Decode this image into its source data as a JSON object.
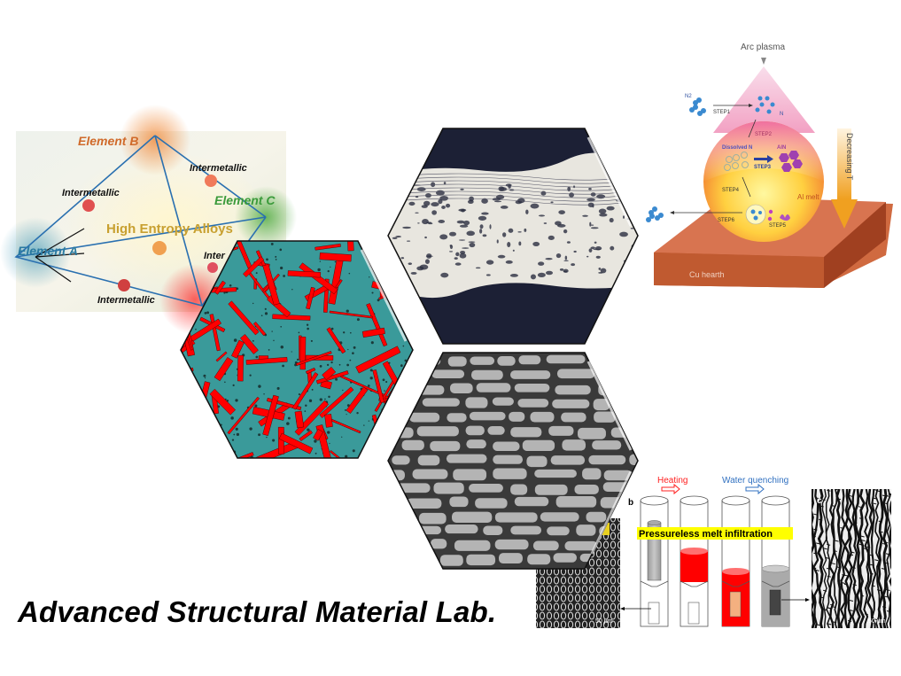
{
  "slide": {
    "title": "Advanced Structural Material Lab."
  },
  "hea_diagram": {
    "element_a": "Element A",
    "element_b": "Element B",
    "element_c": "Element C",
    "center_label": "High Entropy Alloys",
    "intermetallic_1": "Intermetallic",
    "intermetallic_2": "Intermetallic",
    "intermetallic_3": "Inter",
    "intermetallic_4": "Intermetallic"
  },
  "arc_diagram": {
    "title": "Arc plasma",
    "n2": "N2",
    "n": "N",
    "step1": "STEP1",
    "step2": "STEP2",
    "step3": "STEP3",
    "step4": "STEP4",
    "step5": "STEP5",
    "step6": "STEP6",
    "dissolved": "Dissolved N",
    "aln": "AlN",
    "melt": "Al melt",
    "decreasing": "Decreasing T",
    "hearth": "Cu hearth"
  },
  "infiltration_diagram": {
    "heating": "Heating",
    "quenching": "Water quenching",
    "panel_b": "b",
    "panel_c": "c",
    "highlight": "Pressureless melt infiltration",
    "scale_a": "50 μm",
    "scale_c": "50 μm"
  },
  "colors": {
    "red": "#ff0000",
    "teal": "#3a9a9a",
    "hearth": "#c85a35",
    "highlight": "#ffff00"
  }
}
